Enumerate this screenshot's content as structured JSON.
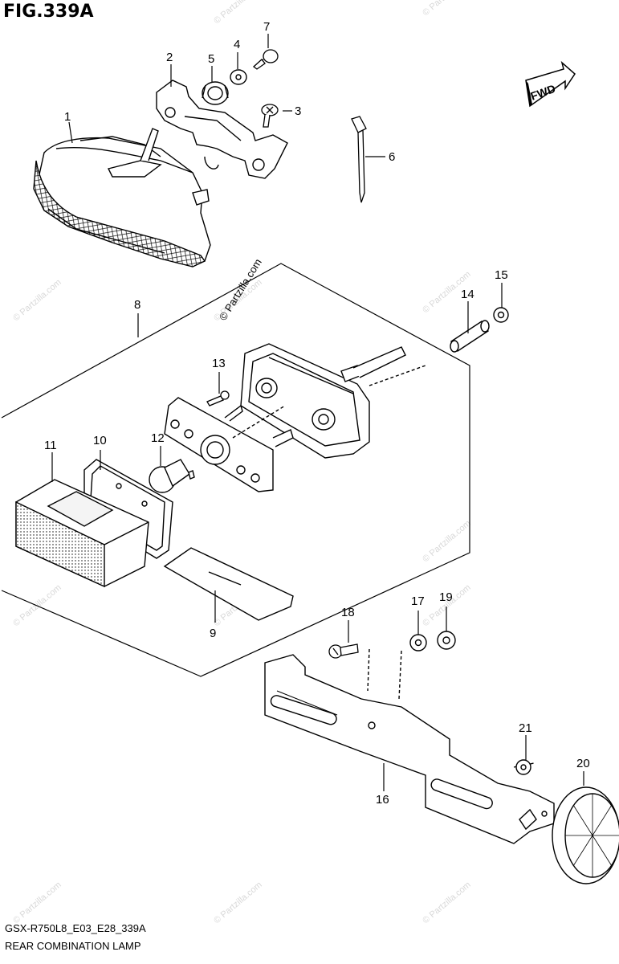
{
  "figure_title": "FIG.339A",
  "footer": {
    "code": "GSX-R750L8_E03_E28_339A",
    "name": "REAR COMBINATION LAMP"
  },
  "fwd_label": "FWD",
  "watermark": "© Partzilla.com",
  "callouts": [
    {
      "id": "1",
      "label": "1"
    },
    {
      "id": "2",
      "label": "2"
    },
    {
      "id": "3",
      "label": "3"
    },
    {
      "id": "4",
      "label": "4"
    },
    {
      "id": "5",
      "label": "5"
    },
    {
      "id": "6",
      "label": "6"
    },
    {
      "id": "7",
      "label": "7"
    },
    {
      "id": "8",
      "label": "8"
    },
    {
      "id": "9",
      "label": "9"
    },
    {
      "id": "10",
      "label": "10"
    },
    {
      "id": "11",
      "label": "11"
    },
    {
      "id": "12",
      "label": "12"
    },
    {
      "id": "13",
      "label": "13"
    },
    {
      "id": "14",
      "label": "14"
    },
    {
      "id": "15",
      "label": "15"
    },
    {
      "id": "16",
      "label": "16"
    },
    {
      "id": "17",
      "label": "17"
    },
    {
      "id": "18",
      "label": "18"
    },
    {
      "id": "19",
      "label": "19"
    },
    {
      "id": "20",
      "label": "20"
    },
    {
      "id": "21",
      "label": "21"
    }
  ]
}
